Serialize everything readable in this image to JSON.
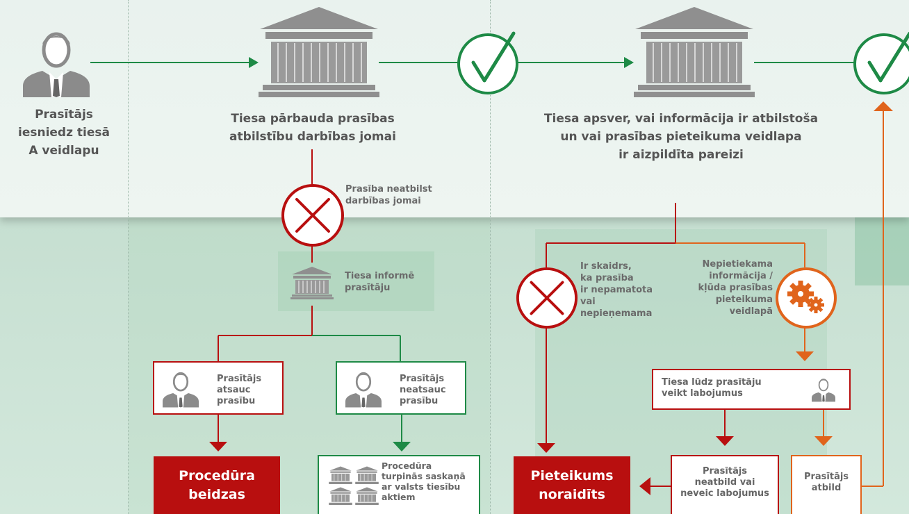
{
  "colors": {
    "green": "#1e8a46",
    "red": "#b80f0f",
    "orange": "#e0641c",
    "gray": "#8a8a8a"
  },
  "icons": [
    "person-icon",
    "courthouse-icon",
    "checkmark-icon",
    "x-icon",
    "gears-icon"
  ],
  "steps": {
    "claimant_submit": "Prasītājs iesniedz tiesā A veidlapu",
    "court_check_scope": "Tiesa pārbauda prasības atbilstību darbības jomai",
    "court_review": "Tiesa apsver, vai informācija ir atbilstoša un vai prasības pieteikuma veidlapa ir aizpildīta pareizi"
  },
  "lines": {
    "claimant": [
      "Prasītājs",
      "iesniedz tiesā",
      "A veidlapu"
    ],
    "check": [
      "Tiesa pārbauda prasības",
      "atbilstību darbības jomai"
    ],
    "review": [
      "Tiesa apsver, vai informācija ir atbilstoša",
      "un vai prasības pieteikuma veidlapa",
      "ir aizpildīta pareizi"
    ],
    "not_in_scope": [
      "Prasība neatbilst",
      "darbības jomai"
    ],
    "court_informs": [
      "Tiesa informē",
      "prasītāju"
    ],
    "withdraws": [
      "Prasītājs",
      "atsauc",
      "prasību"
    ],
    "not_withdraws": [
      "Prasītājs",
      "neatsauc",
      "prasību"
    ],
    "procedure_ends": [
      "Procedūra",
      "beidzas"
    ],
    "procedure_continues": [
      "Procedūra",
      "turpinās saskaņā",
      "ar valsts tiesību",
      "aktiem"
    ],
    "unfounded": [
      "Ir skaidrs,",
      "ka prasība",
      "ir nepamatota",
      "vai",
      "nepieņemama"
    ],
    "info_needed": [
      "Nepietiekama",
      "informācija /",
      "kļūda prasības",
      "pieteikuma",
      "veidlapā"
    ],
    "court_asks": [
      "Tiesa lūdz prasītāju",
      "veikt labojumus"
    ],
    "claim_rejected": [
      "Pieteikums",
      "noraidīts"
    ],
    "no_response": [
      "Prasītājs",
      "neatbild vai",
      "neveic labojumus"
    ],
    "responds": [
      "Prasītājs",
      "atbild"
    ]
  }
}
